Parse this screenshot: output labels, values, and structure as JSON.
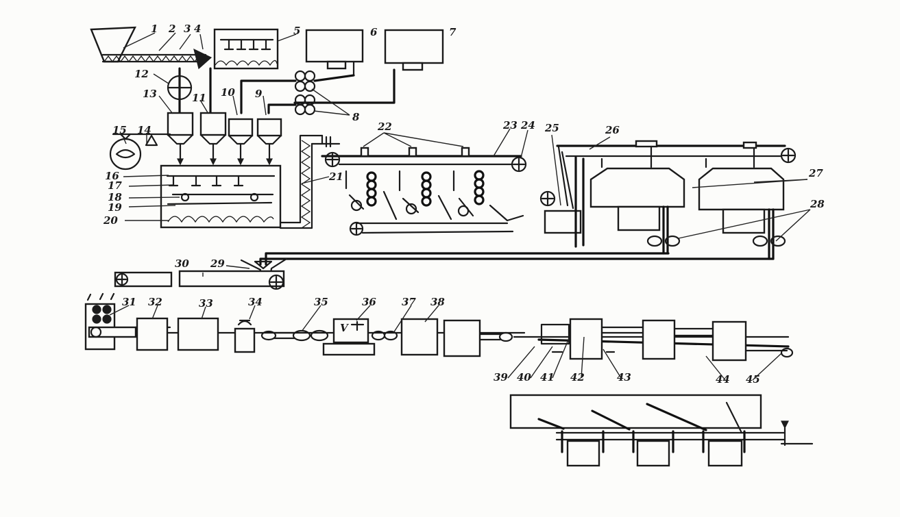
{
  "labels": [
    "1",
    "2",
    "3",
    "4",
    "5",
    "6",
    "7",
    "8",
    "9",
    "10",
    "11",
    "12",
    "13",
    "14",
    "15",
    "16",
    "17",
    "18",
    "19",
    "20",
    "21",
    "22",
    "23",
    "24",
    "25",
    "26",
    "27",
    "28",
    "29",
    "30",
    "31",
    "32",
    "33",
    "34",
    "35",
    "36",
    "37",
    "38",
    "39",
    "40",
    "41",
    "42",
    "43",
    "44",
    "45"
  ],
  "colors": {
    "ink": "#1a1a1a",
    "paper": "#fcfcfa"
  }
}
